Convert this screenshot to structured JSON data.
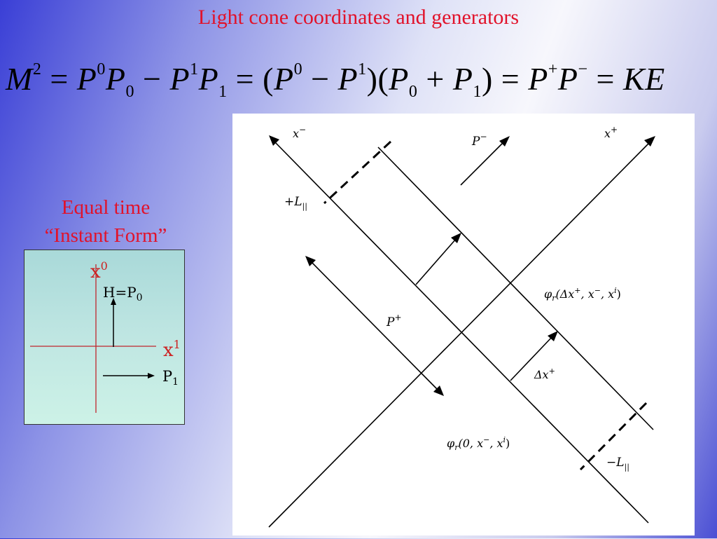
{
  "slide": {
    "title": "Light cone coordinates and generators",
    "equation_parts": [
      "M",
      "2",
      "=",
      "P",
      "0",
      "P",
      "0",
      "−",
      "P",
      "1",
      "P",
      "1",
      "=",
      "(",
      "P",
      "0",
      "−",
      "P",
      "1",
      ")(",
      "P",
      "0",
      "+",
      "P",
      "1",
      ")",
      "=",
      "P",
      "+",
      "P",
      "−",
      "=",
      "KE"
    ]
  },
  "instant_form": {
    "caption_line1": "Equal time",
    "caption_line2": "“Instant Form”",
    "axis_x0": "x",
    "axis_x0_sup": "0",
    "axis_x1": "x",
    "axis_x1_sup": "1",
    "label_h": "H=P",
    "label_h_sub": "0",
    "label_p": "P",
    "label_p_sub": "1",
    "colors": {
      "axis": "#c0272d",
      "label": "#cc2222",
      "background": "#bfe6e2"
    }
  },
  "light_cone_diagram": {
    "label_x_minus": "x",
    "label_x_minus_sup": "−",
    "label_x_plus": "x",
    "label_x_plus_sup": "+",
    "label_p_minus": "P",
    "label_p_minus_sup": "−",
    "label_p_plus": "P",
    "label_p_plus_sup": "+",
    "label_plus_L": "+L",
    "label_plus_L_sub": "||",
    "label_minus_L": "−L",
    "label_minus_L_sub": "||",
    "label_phi_top": "φ",
    "label_phi_top_sub": "r",
    "label_phi_top_args": "(Δx",
    "label_phi_top_args_sup1": "+",
    "label_phi_top_args_2": ", x",
    "label_phi_top_args_sup2": "−",
    "label_phi_top_args_3": ", x",
    "label_phi_top_args_sup3": "i",
    "label_phi_top_args_4": ")",
    "label_phi_bottom": "φ",
    "label_phi_bottom_sub": "r",
    "label_phi_bottom_args": "(0, x",
    "label_phi_bottom_args_sup1": "−",
    "label_phi_bottom_args_2": ", x",
    "label_phi_bottom_args_sup2": "i",
    "label_phi_bottom_args_3": ")",
    "label_delta": "Δx",
    "label_delta_sup": "+"
  }
}
